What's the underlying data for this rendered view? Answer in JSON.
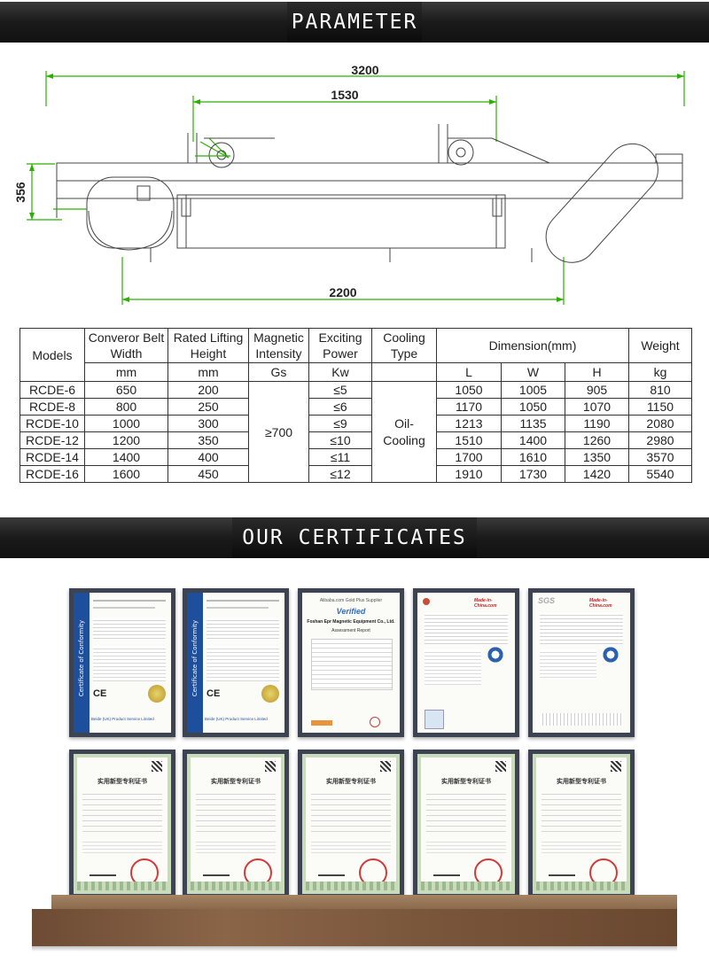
{
  "parameter_banner": {
    "title": "PARAMETER"
  },
  "drawing": {
    "dim_overall": "3200",
    "dim_middle": "1530",
    "dim_height": "356",
    "dim_bottom": "2200"
  },
  "table": {
    "headers": {
      "models": "Models",
      "belt_width": "Converor Belt Width",
      "lifting_height": "Rated Lifting Height",
      "magnetic_intensity": "Magnetic Intensity",
      "exciting_power": "Exciting Power",
      "cooling_type": "Cooling Type",
      "dimension": "Dimension(mm)",
      "weight": "Weight"
    },
    "units": {
      "belt_width": "mm",
      "lifting_height": "mm",
      "magnetic_intensity": "Gs",
      "exciting_power": "Kw",
      "dim_l": "L",
      "dim_w": "W",
      "dim_h": "H",
      "weight": "kg"
    },
    "shared": {
      "magnetic_intensity": "≥700",
      "cooling_type": "Oil-Cooling"
    },
    "rows": [
      {
        "model": "RCDE-6",
        "belt": "650",
        "height": "200",
        "power": "≤5",
        "l": "1050",
        "w": "1005",
        "h": "905",
        "weight": "810"
      },
      {
        "model": "RCDE-8",
        "belt": "800",
        "height": "250",
        "power": "≤6",
        "l": "1170",
        "w": "1050",
        "h": "1070",
        "weight": "1150"
      },
      {
        "model": "RCDE-10",
        "belt": "1000",
        "height": "300",
        "power": "≤9",
        "l": "1213",
        "w": "1135",
        "h": "1190",
        "weight": "2080"
      },
      {
        "model": "RCDE-12",
        "belt": "1200",
        "height": "350",
        "power": "≤10",
        "l": "1510",
        "w": "1400",
        "h": "1260",
        "weight": "2980"
      },
      {
        "model": "RCDE-14",
        "belt": "1400",
        "height": "400",
        "power": "≤11",
        "l": "1700",
        "w": "1610",
        "h": "1350",
        "weight": "3570"
      },
      {
        "model": "RCDE-16",
        "belt": "1600",
        "height": "450",
        "power": "≤12",
        "l": "1910",
        "w": "1730",
        "h": "1420",
        "weight": "5540"
      }
    ]
  },
  "certificates_banner": {
    "title": "OUR CERTIFICATES"
  },
  "certificates": {
    "ce_title": "Certificate of Conformity",
    "ce_company": "Beide (UK) Product Service Limited",
    "gold_header": "Alibaba.com Gold Plus Supplier",
    "gold_verified": "Verified",
    "gold_company": "Foshan Epr Magnetic Equipment Co., Ltd.",
    "gold_report": "Assessment Report",
    "mic_logo": "Made-in-China.com",
    "sgs_logo": "SGS",
    "patent_title": "实用新型专利证书"
  },
  "colors": {
    "banner": "#1a1a1a",
    "ce_blue": "#1e4f9c",
    "gold_blue": "#2a6fc9",
    "patent_green": "#9db98f",
    "seal_red": "#d23a3a",
    "shelf": "#7a563b"
  }
}
